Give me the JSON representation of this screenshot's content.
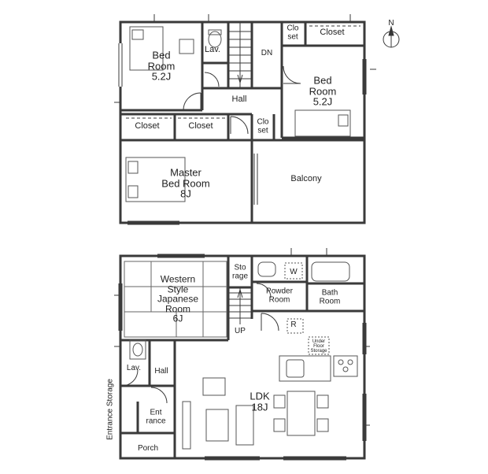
{
  "second_floor": {
    "bedroom_nw": {
      "name": "Bed\nRoom",
      "size": "5.2J"
    },
    "lav": "Lav.",
    "dn": "DN",
    "closet_ne_small": "Clo\nset",
    "closet_ne": "Closet",
    "bedroom_ne": {
      "name": "Bed\nRoom",
      "size": "5.2J"
    },
    "hall": "Hall",
    "closet_left_1": "Closet",
    "closet_left_2": "Closet",
    "closet_mid_small": "Clo\nset",
    "master": {
      "name": "Master\nBed Room",
      "size": "8J"
    },
    "balcony": "Balcony"
  },
  "first_floor": {
    "japanese": {
      "name": "Western\nStyle\nJapanese\nRoom",
      "size": "6J"
    },
    "storage": "Sto\nrage",
    "w_mark": "W",
    "powder": "Powder\nRoom",
    "bath": "Bath\nRoom",
    "up": "UP",
    "r_mark": "R",
    "under_floor": "Under\nFloor\nStorage",
    "lav": "Lav.",
    "hall": "Hall",
    "entrance": "Ent\nrance",
    "porch": "Porch",
    "entrance_storage": "Entrance Storage",
    "ldk": {
      "name": "LDK",
      "size": "18J"
    }
  },
  "compass": {
    "label": "N"
  },
  "colors": {
    "wall": "#3a3a3a",
    "fixture": "#555555",
    "tatami_line": "#666666"
  }
}
